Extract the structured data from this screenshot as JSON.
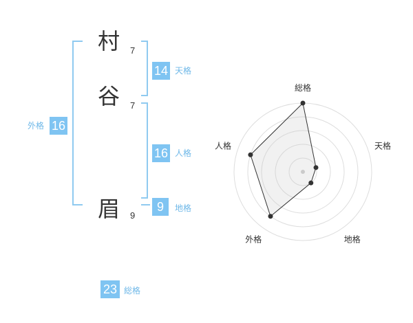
{
  "name_chars": [
    {
      "char": "村",
      "strokes": "7"
    },
    {
      "char": "谷",
      "strokes": "7"
    },
    {
      "char": "眉",
      "strokes": "9"
    }
  ],
  "fortunes": {
    "tenkaku": {
      "value": "14",
      "label": "天格"
    },
    "jinkaku": {
      "value": "16",
      "label": "人格"
    },
    "chikaku": {
      "value": "9",
      "label": "地格"
    },
    "gaikaku": {
      "value": "16",
      "label": "外格"
    },
    "soukaku": {
      "value": "23",
      "label": "総格"
    }
  },
  "colors": {
    "accent": "#7fc4f2",
    "bracket": "#8fcaf0",
    "text": "#333333"
  },
  "chart_data": {
    "type": "radar",
    "axes": [
      "総格",
      "天格",
      "地格",
      "外格",
      "人格"
    ],
    "values": [
      5,
      1,
      1,
      4,
      4
    ],
    "range": [
      0,
      5
    ],
    "rings": 5
  }
}
